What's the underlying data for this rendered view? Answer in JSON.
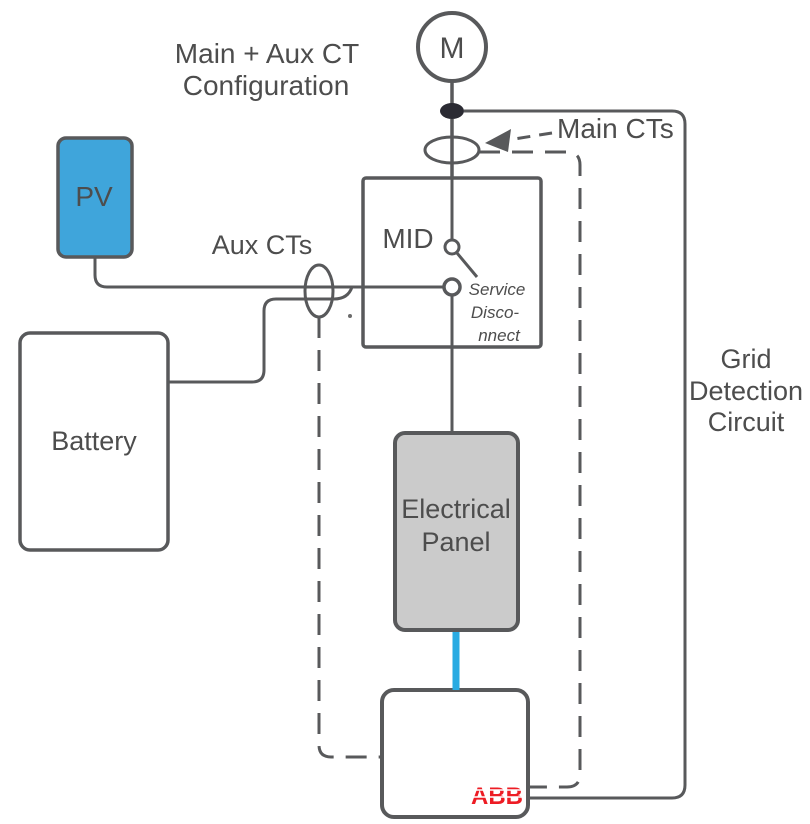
{
  "colors": {
    "wire": "#58595B",
    "text": "#4D4D4D",
    "pv_fill": "#3FA5DB",
    "panel_fill": "#CBCBCB",
    "blue_wire": "#29ABE2",
    "abb_red": "#ED1C24",
    "dot_fill": "#2B2B33"
  },
  "diagram": {
    "title": {
      "line1": "Main + Aux CT",
      "line2": "Configuration"
    },
    "meter": {
      "label": "M"
    },
    "main_cts": {
      "label": "Main CTs"
    },
    "aux_cts": {
      "label": "Aux CTs"
    },
    "pv": {
      "label": "PV"
    },
    "battery": {
      "label": "Battery"
    },
    "mid": {
      "label": "MID",
      "service_disconnect": {
        "line1": "Service",
        "line2": "Disco-",
        "line3": "nnect"
      }
    },
    "electrical_panel": {
      "line1": "Electrical",
      "line2": "Panel"
    },
    "grid_detection": {
      "line1": "Grid",
      "line2": "Detection",
      "line3": "Circuit"
    },
    "inverter": {
      "logo": "ABB"
    },
    "stray_dot": "."
  }
}
